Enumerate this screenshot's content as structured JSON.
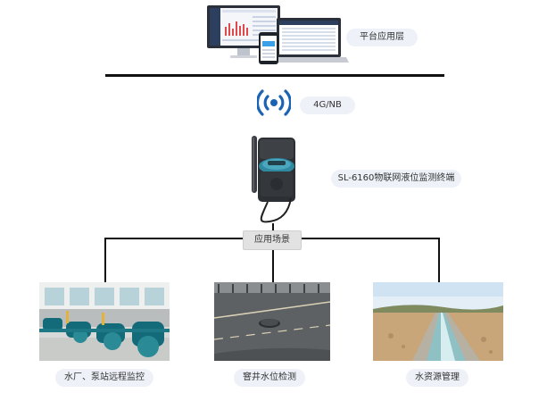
{
  "platform": {
    "label": "平台应用层",
    "icon": "monitors-laptop-phone-icon"
  },
  "network": {
    "label": "4G/NB",
    "icon": "wireless-signal-icon",
    "color": "#1b64b4"
  },
  "device": {
    "label": "SL-6160物联网液位监测终端",
    "icon": "level-monitor-terminal-icon"
  },
  "scenario": {
    "label": "应用场景"
  },
  "applications": [
    {
      "label": "水厂、泵站远程监控",
      "image": "water-plant-pump-room-photo"
    },
    {
      "label": "窨井水位检测",
      "image": "manhole-road-photo"
    },
    {
      "label": "水资源管理",
      "image": "water-channel-photo"
    }
  ]
}
